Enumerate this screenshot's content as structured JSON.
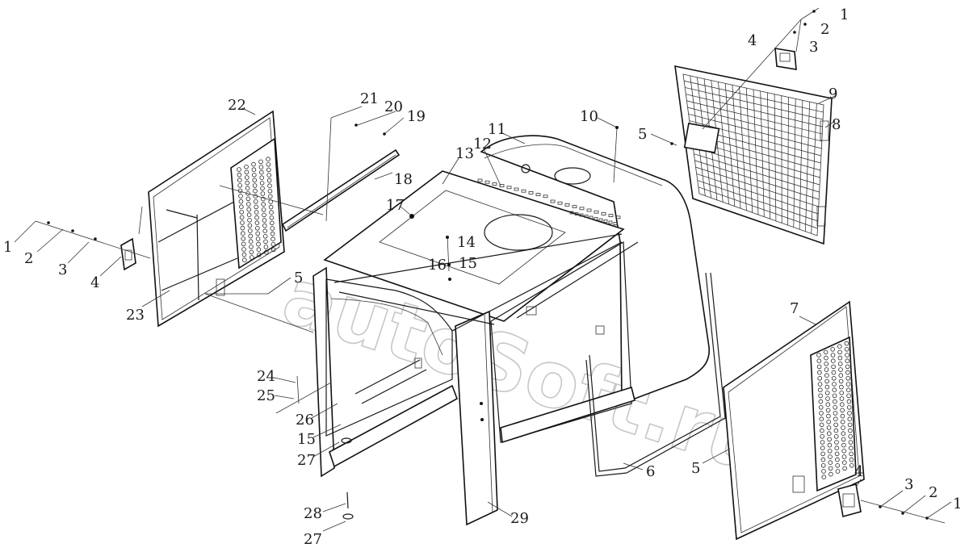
{
  "watermark": "autoSoft.ru",
  "labels": [
    {
      "id": "label-1-top",
      "text": "1"
    },
    {
      "id": "label-2-top",
      "text": "2"
    },
    {
      "id": "label-3-top",
      "text": "3"
    },
    {
      "id": "label-4-top",
      "text": "4"
    },
    {
      "id": "label-9",
      "text": "9"
    },
    {
      "id": "label-8",
      "text": "8"
    },
    {
      "id": "label-5-grille",
      "text": "5"
    },
    {
      "id": "label-10",
      "text": "10"
    },
    {
      "id": "label-11",
      "text": "11"
    },
    {
      "id": "label-12",
      "text": "12"
    },
    {
      "id": "label-13",
      "text": "13"
    },
    {
      "id": "label-19",
      "text": "19"
    },
    {
      "id": "label-20",
      "text": "20"
    },
    {
      "id": "label-21",
      "text": "21"
    },
    {
      "id": "label-22",
      "text": "22"
    },
    {
      "id": "label-18",
      "text": "18"
    },
    {
      "id": "label-17",
      "text": "17"
    },
    {
      "id": "label-14",
      "text": "14"
    },
    {
      "id": "label-15-upper",
      "text": "15"
    },
    {
      "id": "label-16",
      "text": "16"
    },
    {
      "id": "label-1-left",
      "text": "1"
    },
    {
      "id": "label-2-left",
      "text": "2"
    },
    {
      "id": "label-3-left",
      "text": "3"
    },
    {
      "id": "label-4-left",
      "text": "4"
    },
    {
      "id": "label-5-left",
      "text": "5"
    },
    {
      "id": "label-23",
      "text": "23"
    },
    {
      "id": "label-24",
      "text": "24"
    },
    {
      "id": "label-25",
      "text": "25"
    },
    {
      "id": "label-26",
      "text": "26"
    },
    {
      "id": "label-15-lower",
      "text": "15"
    },
    {
      "id": "label-27-upper",
      "text": "27"
    },
    {
      "id": "label-28",
      "text": "28"
    },
    {
      "id": "label-27-lower",
      "text": "27"
    },
    {
      "id": "label-29",
      "text": "29"
    },
    {
      "id": "label-6",
      "text": "6"
    },
    {
      "id": "label-7",
      "text": "7"
    },
    {
      "id": "label-5-right",
      "text": "5"
    },
    {
      "id": "label-4-right",
      "text": "4"
    },
    {
      "id": "label-3-right",
      "text": "3"
    },
    {
      "id": "label-2-right",
      "text": "2"
    },
    {
      "id": "label-1-right",
      "text": "1"
    }
  ]
}
